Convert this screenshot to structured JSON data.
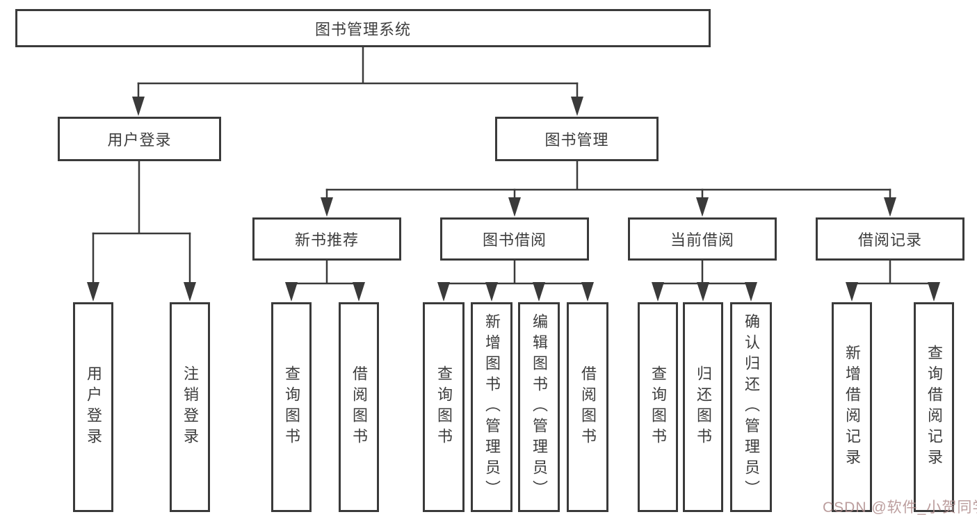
{
  "diagram": {
    "root": {
      "label": "图书管理系统"
    },
    "level2": [
      "用户登录",
      "图书管理"
    ],
    "level3": [
      "新书推荐",
      "图书借阅",
      "当前借阅",
      "借阅记录"
    ],
    "leaves": {
      "user_login": [
        "用户登录",
        "注销登录"
      ],
      "new_books": [
        "查询图书",
        "借阅图书"
      ],
      "book_borrow": [
        "查询图书",
        "新增图书（管理员）",
        "编辑图书（管理员）",
        "借阅图书"
      ],
      "current_borrow": [
        "查询图书",
        "归还图书",
        "确认归还（管理员）"
      ],
      "borrow_records": [
        "新增借阅记录",
        "查询借阅记录"
      ]
    }
  },
  "watermark": {
    "text": "CSDN @软件_小贺同学"
  },
  "colors": {
    "line": "#3a3a3a",
    "box_border": "#3a3a3a",
    "text": "#3d3d3d",
    "watermark_text": "#af8c8c",
    "background": "#ffffff"
  }
}
